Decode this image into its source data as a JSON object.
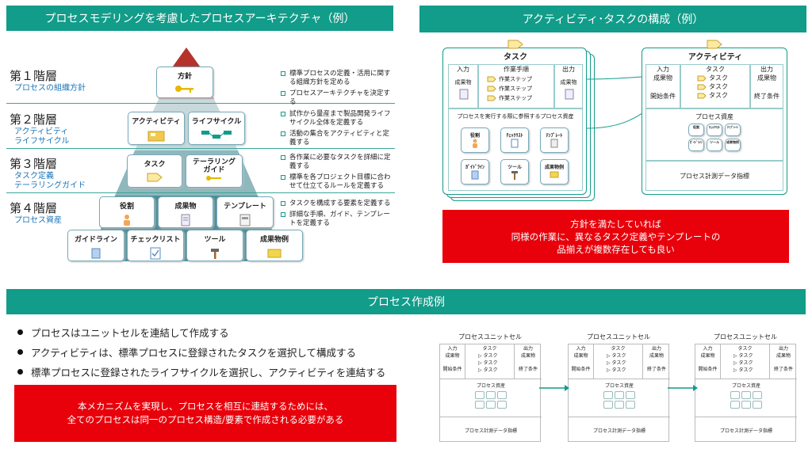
{
  "left_banner": "プロセスモデリングを考慮したプロセスアーキテクチャ（例）",
  "right_banner": "アクティビティ･タスクの構成（例）",
  "bottom_banner": "プロセス作成例",
  "levels": [
    {
      "title": "第１階層",
      "sub": [
        "プロセスの組織方針"
      ]
    },
    {
      "title": "第２階層",
      "sub": [
        "アクティビティ",
        "ライフサイクル"
      ]
    },
    {
      "title": "第３階層",
      "sub": [
        "タスク定義",
        "テーラリングガイド"
      ]
    },
    {
      "title": "第４階層",
      "sub": [
        "プロセス資産"
      ]
    }
  ],
  "tiles": {
    "policy": "方針",
    "activity": "アクティビティ",
    "lifecycle": "ライフサイクル",
    "task": "タスク",
    "tailoring": "テーラリング\nガイド",
    "role": "役割",
    "deliverable": "成果物",
    "template": "テンプレート",
    "guideline": "ガイドライン",
    "checklist": "チェックリスト",
    "tool": "ツール",
    "deliverable_example": "成果物例"
  },
  "bullets": {
    "l1": [
      "標準プロセスの定義・活用に関する組織方針を定める",
      "プロセスアーキテクチャを決定する"
    ],
    "l2": [
      "試作から量産まで製品開発ライフサイクル全体を定義する",
      "活動の集合をアクティビティと定義する"
    ],
    "l3": [
      "各作業に必要なタスクを詳細に定義する",
      "標準を各プロジェクト目標に合わせて仕立てるルールを定義する"
    ],
    "l4": [
      "タスクを構成する要素を定義する",
      "詳細な手順、ガイド、テンプレートを定義する"
    ]
  },
  "task_panel": {
    "title": "タスク",
    "input": "入力",
    "procedure": "作業手順",
    "output": "出力",
    "deliverable": "成果物",
    "steps": [
      "作業ステップ",
      "作業ステップ",
      "作業ステップ"
    ],
    "assets_label": "プロセスを実行する際に参照するプロセス資産",
    "assets": [
      "役割",
      "ﾁｪｯｸﾘｽﾄ",
      "ﾃﾝﾌﾟﾚｰﾄ",
      "ｶﾞｲﾄﾞﾗｲﾝ",
      "ツール",
      "成果物例"
    ]
  },
  "activity_panel": {
    "title": "アクティビティ",
    "input": "入力",
    "deliverable_in": "成果物",
    "start": "開始条件",
    "task_col": "タスク",
    "tasks": [
      "タスク",
      "タスク",
      "タスク"
    ],
    "output": "出力",
    "deliverable_out": "成果物",
    "end": "終了条件",
    "assets_label": "プロセス資産",
    "assets_small": [
      "役割",
      "ﾁｪｯｸﾘｽﾄ",
      "ﾃﾝﾌﾟﾚｰﾄ",
      "ｶﾞｲﾄﾞﾗｲﾝ",
      "ツール",
      "成果物例"
    ],
    "metrics": "プロセス計測データ指標"
  },
  "red_right": [
    "方針を満たしていれば",
    "同様の作業に、異なるタスク定義やテンプレートの",
    "品揃えが複数存在しても良い"
  ],
  "main_bullets": [
    "プロセスはユニットセルを連結して作成する",
    "アクティビティは、標準プロセスに登録されたタスクを選択して構成する",
    "標準プロセスに登録されたライフサイクルを選択し、アクティビティを連結する"
  ],
  "red_bottom": [
    "本メカニズムを実現し、プロセスを相互に連結するためには、",
    "全てのプロセスは同一のプロセス構造/要素で作成される必要がある"
  ],
  "unit": {
    "title": "プロセスユニットセル",
    "input": "入力",
    "deliverable_in": "成果物",
    "start": "開始条件",
    "task_col": "タスク",
    "tasks": [
      "タスク",
      "タスク",
      "タスク"
    ],
    "output": "出力",
    "deliverable_out": "成果物",
    "end": "終了条件",
    "assets": "プロセス資産",
    "metrics": "プロセス計測データ指標"
  },
  "colors": {
    "teal": "#129c8a",
    "red": "#e8000b",
    "navy": "#1e2a5a"
  }
}
